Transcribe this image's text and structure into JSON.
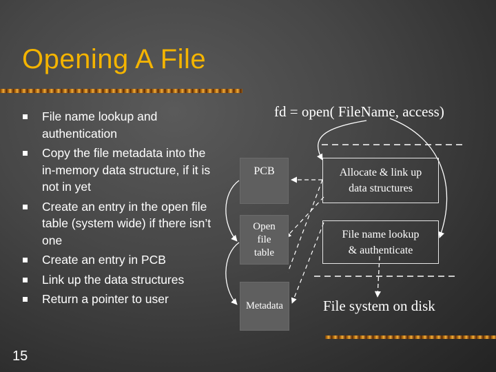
{
  "slide": {
    "title": "Opening A File",
    "page_number": "15",
    "bullets": [
      "File name lookup and authentication",
      "Copy the file metadata into the in-memory data structure, if it is not in yet",
      "Create an entry in the open file table (system wide) if there isn’t one",
      "Create an entry in PCB",
      "Link up the data structures",
      "Return a pointer to user"
    ]
  },
  "diagram": {
    "call": "fd = open( FileName, access)",
    "pcb": "PCB",
    "open_file_table": [
      "Open",
      "file",
      "table"
    ],
    "metadata": "Metadata",
    "allocate": [
      "Allocate & link up",
      "data structures"
    ],
    "lookup": [
      "File name lookup",
      "& authenticate"
    ],
    "disk": "File system on disk"
  }
}
